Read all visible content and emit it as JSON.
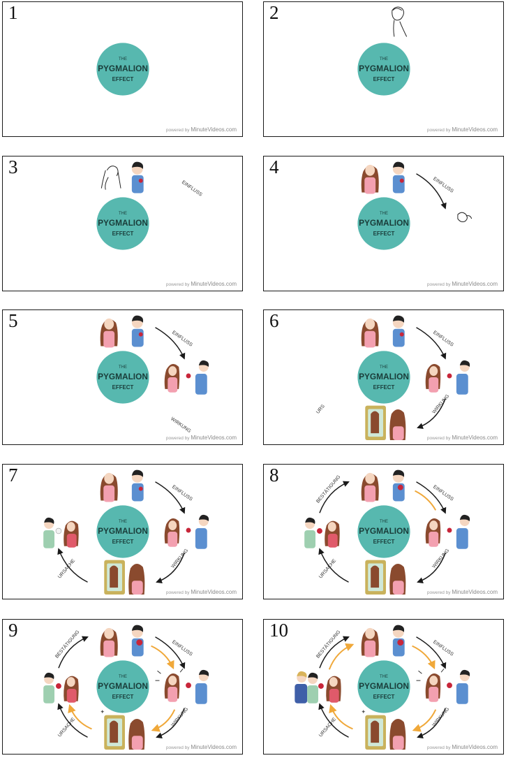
{
  "circle": {
    "line1": "THE",
    "line2": "PYGMALION",
    "line3": "EFFECT",
    "color": "#57b8af"
  },
  "credit": {
    "prefix": "powered by",
    "brand": "MinuteVideos.com"
  },
  "labels": {
    "influence": "EINFLUSS",
    "effect": "WIRKUNG",
    "cause": "URSACHE",
    "confirmation": "BESTÄTIGUNG",
    "partial": "URS"
  },
  "colors": {
    "arrow_black": "#1a1a1a",
    "arrow_orange": "#f0a839",
    "woman_hair": "#8a4a2e",
    "woman_dress": "#f3a0b0",
    "man_shirt": "#5b8fd0",
    "man_hair": "#222222",
    "rose": "#c8263a",
    "frame": "#c9b25c",
    "mirror": "#cfe8d8"
  },
  "panels": [
    {
      "number": "1"
    },
    {
      "number": "2"
    },
    {
      "number": "3"
    },
    {
      "number": "4"
    },
    {
      "number": "5"
    },
    {
      "number": "6"
    },
    {
      "number": "7"
    },
    {
      "number": "8"
    },
    {
      "number": "9"
    },
    {
      "number": "10"
    }
  ]
}
